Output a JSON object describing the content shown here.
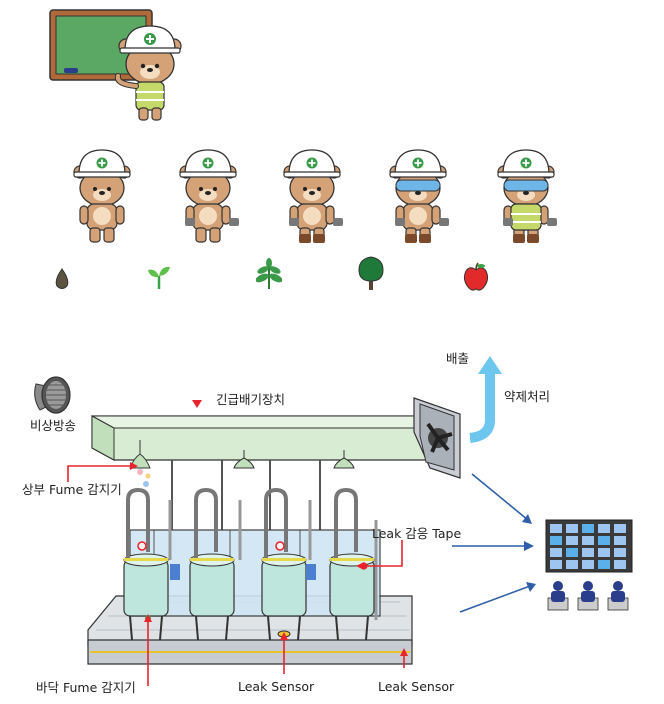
{
  "labels": {
    "exhaust": "배출",
    "chemical_treatment": "약제처리",
    "emergency_broadcast": "비상방송",
    "emergency_exhaust": "긴급배기장치",
    "upper_fume_detector": "상부 Fume 감지기",
    "leak_tape": "Leak 감응 Tape",
    "bottom_fume_detector": "바닥 Fume 감지기",
    "leak_sensor_center": "Leak Sensor",
    "leak_sensor_right": "Leak Sensor"
  },
  "colors": {
    "callout_red": "#e8232b",
    "arrow_blue": "#2e5fa8",
    "exhaust_arrow": "#6cc6ee",
    "duct": "#d8ecd3",
    "tank": "#bfe6dc",
    "board": "#5aa863"
  },
  "growth_stages": [
    {
      "icon": "seed-icon"
    },
    {
      "icon": "sprout-icon"
    },
    {
      "icon": "seedling-icon"
    },
    {
      "icon": "tree-icon"
    },
    {
      "icon": "apple-icon"
    }
  ]
}
